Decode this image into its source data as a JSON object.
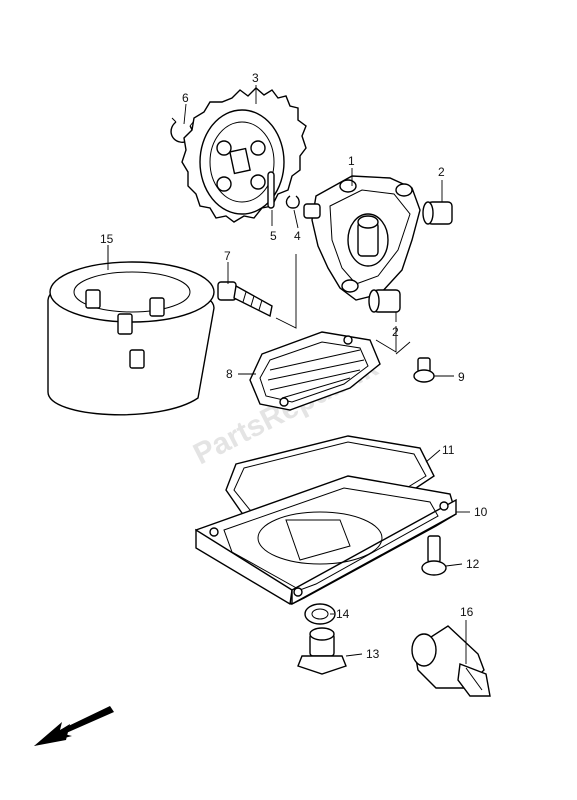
{
  "diagram": {
    "watermark": "PartsRepublik",
    "callouts": [
      {
        "id": "c1",
        "label": "1"
      },
      {
        "id": "c2a",
        "label": "2"
      },
      {
        "id": "c2b",
        "label": "2"
      },
      {
        "id": "c3",
        "label": "3"
      },
      {
        "id": "c4",
        "label": "4"
      },
      {
        "id": "c5",
        "label": "5"
      },
      {
        "id": "c6",
        "label": "6"
      },
      {
        "id": "c7",
        "label": "7"
      },
      {
        "id": "c8",
        "label": "8"
      },
      {
        "id": "c9",
        "label": "9"
      },
      {
        "id": "c10",
        "label": "10"
      },
      {
        "id": "c11",
        "label": "11"
      },
      {
        "id": "c12",
        "label": "12"
      },
      {
        "id": "c13",
        "label": "13"
      },
      {
        "id": "c14",
        "label": "14"
      },
      {
        "id": "c15",
        "label": "15"
      },
      {
        "id": "c16",
        "label": "16"
      }
    ]
  }
}
